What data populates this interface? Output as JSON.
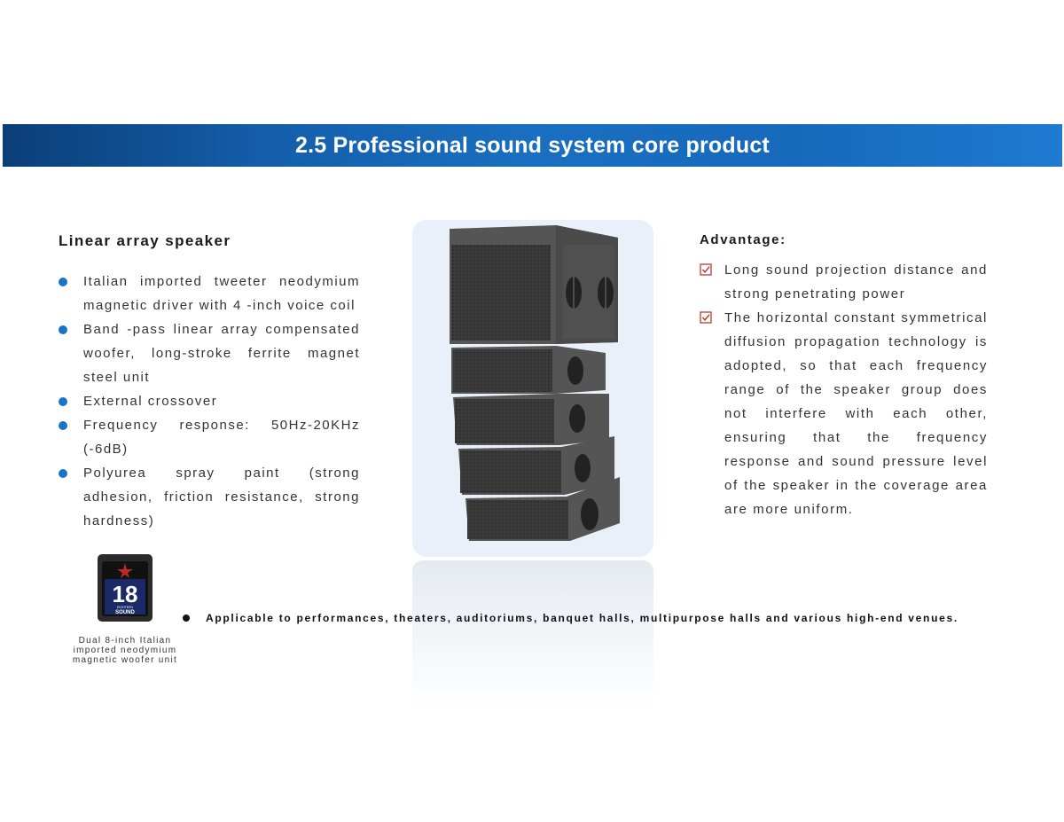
{
  "header": {
    "title": "2.5 Professional sound system core product"
  },
  "left": {
    "heading": "Linear array speaker",
    "features": [
      "Italian imported tweeter neodymium magnetic driver with 4 -inch voice coil",
      "Band -pass linear array compensated woofer, long-stroke ferrite magnet steel unit",
      "External crossover",
      "Frequency response: 50Hz-20KHz (-6dB)",
      "Polyurea spray paint (strong adhesion, friction resistance, strong hardness)"
    ]
  },
  "right": {
    "heading": "Advantage:",
    "items": [
      "Long sound projection distance and strong penetrating power",
      "The horizontal constant symmetrical diffusion propagation technology is adopted, so that each frequency range of the speaker group does not interfere with each other, ensuring that the frequency response and sound pressure level of the speaker in the coverage area are more uniform."
    ]
  },
  "badge": {
    "number": "18",
    "small_text": "EIGHTEEN",
    "word": "SOUND",
    "caption": "Dual 8-inch Italian imported neodymium magnetic woofer unit"
  },
  "applicable": "Applicable to performances, theaters, auditoriums, banquet halls, multipurpose halls and various high-end venues.",
  "colors": {
    "banner": "#1a6fc0",
    "bullet": "#1a74c6",
    "check": "#c0392b",
    "speaker": "#4a4a4a"
  },
  "icons": {
    "feature_bullet": "bullet-dot-icon",
    "advantage_bullet": "checkbox-check-icon"
  }
}
